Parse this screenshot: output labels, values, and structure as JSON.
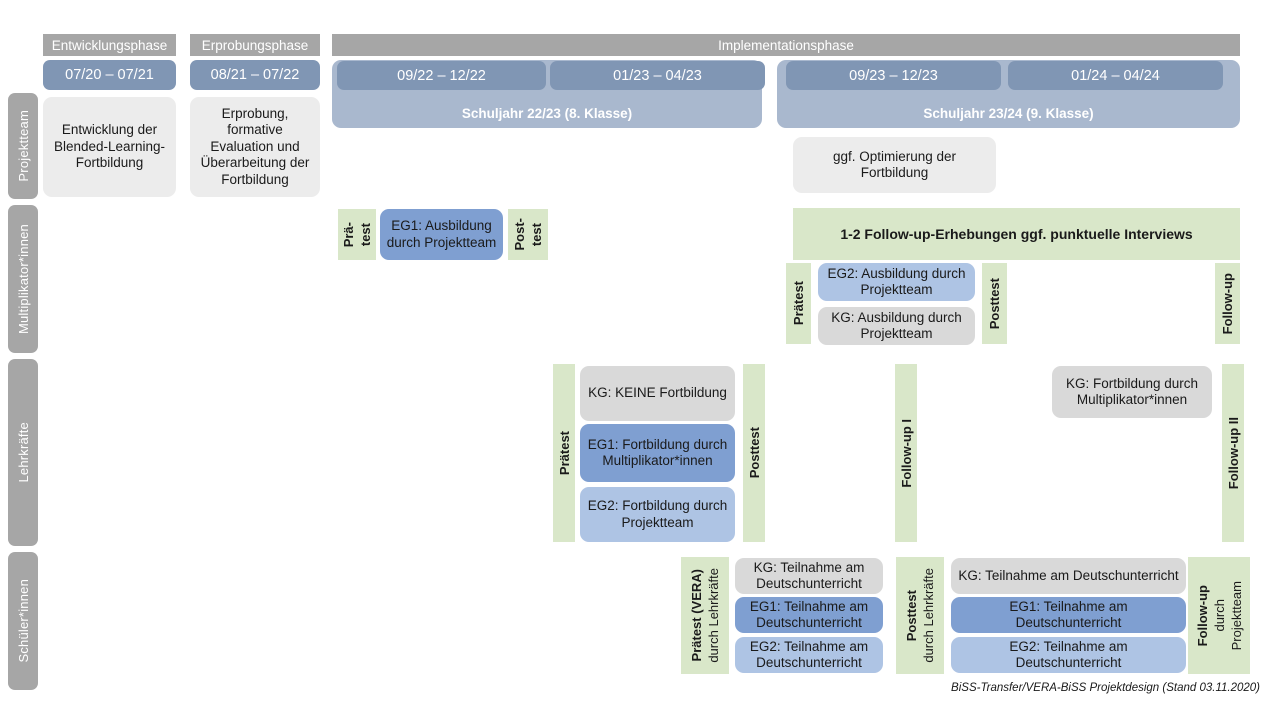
{
  "diagram": {
    "footnote": "BiSS-Transfer/VERA-BiSS Projektdesign (Stand 03.11.2020)",
    "colors": {
      "phase_header": "#a6a6a6",
      "date_pill": "#8096b4",
      "school_year_band": "#a9b8ce",
      "row_label": "#a6a6a6",
      "green": "#d9e7c9",
      "kg_gray": "#d9d9d9",
      "neutral_gray": "#ececec",
      "eg1_blue": "#7f9fd1",
      "eg2_blue": "#aec4e4",
      "mid_blue": "#94aed8"
    }
  },
  "phases": [
    {
      "label": "Entwicklungsphase"
    },
    {
      "label": "Erprobungsphase"
    },
    {
      "label": "Implementationsphase"
    }
  ],
  "periods": [
    {
      "label": "07/20 – 07/21"
    },
    {
      "label": "08/21 – 07/22"
    },
    {
      "label": "09/22 – 12/22"
    },
    {
      "label": "01/23 – 04/23"
    },
    {
      "label": "09/23 – 12/23"
    },
    {
      "label": "01/24 – 04/24"
    }
  ],
  "school_years": [
    {
      "label": "Schuljahr 22/23 (8. Klasse)"
    },
    {
      "label": "Schuljahr 23/24 (9. Klasse)"
    }
  ],
  "rows": [
    {
      "label": "Projektteam"
    },
    {
      "label": "Multiplikator*innen"
    },
    {
      "label": "Lehrkräfte"
    },
    {
      "label": "Schüler*innen"
    }
  ],
  "projektteam": {
    "entwicklung": "Entwicklung der Blended-Learning-Fortbildung",
    "erprobung": "Erprobung, formative Evaluation und Überarbeitung der Fortbildung",
    "optimierung": "ggf. Optimierung der Fortbildung"
  },
  "multiplikatoren": {
    "praetest_line1": "Prä-",
    "praetest_line2": "test",
    "eg1_ausbildung": "EG1: Ausbildung durch Projektteam",
    "posttest_line1": "Post-",
    "posttest_line2": "test",
    "followup_header": "1-2 Follow-up-Erhebungen ggf. punktuelle Interviews",
    "praetest2": "Prätest",
    "eg2_ausbildung": "EG2: Ausbildung durch Projektteam",
    "kg_ausbildung": "KG: Ausbildung durch Projektteam",
    "posttest2": "Posttest",
    "followup": "Follow-up"
  },
  "lehrkraefte": {
    "praetest": "Prätest",
    "kg_keine": "KG:  KEINE Fortbildung",
    "eg1": "EG1: Fortbildung durch Multiplikator*innen",
    "eg2": "EG2: Fortbildung durch Projektteam",
    "posttest": "Posttest",
    "followup1": "Follow-up I",
    "kg_fortbildung": "KG: Fortbildung durch Multiplikator*innen",
    "followup2": "Follow-up II"
  },
  "schueler": {
    "praetest_main": "Prätest (VERA)",
    "praetest_sub": "durch Lehrkräfte",
    "posttest_main": "Posttest",
    "posttest_sub": "durch Lehrkräfte",
    "followup_main": "Follow-up",
    "followup_sub1": "durch",
    "followup_sub2": "Projektteam",
    "group1": {
      "kg": "KG: Teilnahme am Deutschunterricht",
      "eg1": "EG1: Teilnahme am Deutschunterricht",
      "eg2": "EG2: Teilnahme am Deutschunterricht"
    },
    "group2": {
      "kg": "KG: Teilnahme am Deutschunterricht",
      "eg1": "EG1: Teilnahme am Deutschunterricht",
      "eg2": "EG2: Teilnahme am Deutschunterricht"
    }
  }
}
